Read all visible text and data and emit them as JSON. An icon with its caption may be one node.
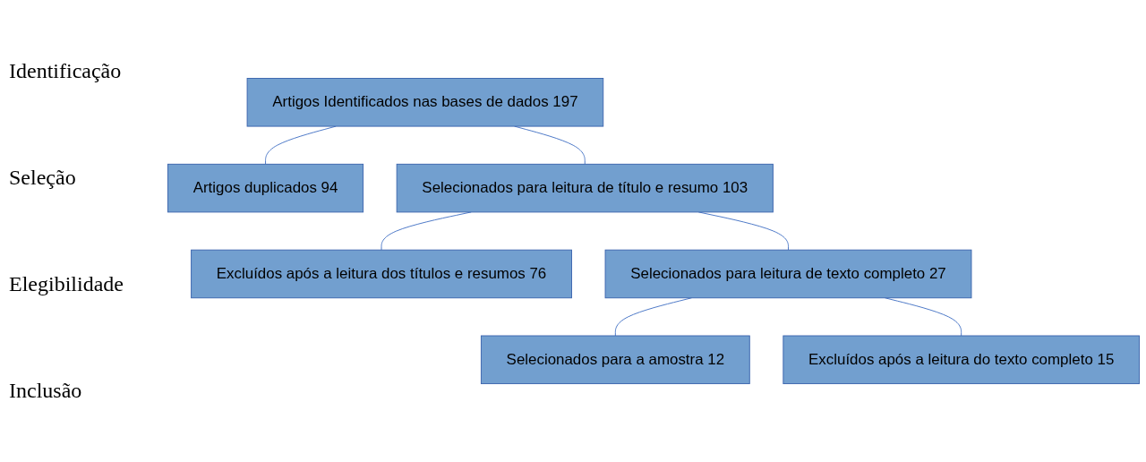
{
  "diagram": {
    "nodes": [
      {
        "text": [
          "Artigos Identificados nas bases de dados 197"
        ]
      },
      {
        "text": [
          "Artigos duplicados 94"
        ]
      },
      {
        "text": [
          "Selecionados para leitura de título e resumo 103"
        ]
      },
      {
        "text": [
          "Excluídos após a leitura dos títulos e resumos 76"
        ]
      },
      {
        "text": [
          "Selecionados para leitura de texto completo 27"
        ]
      },
      {
        "text": [
          "Excluídos após a leitura do texto completo 15"
        ]
      },
      {
        "text": [
          "Selecionados para a amostra 12"
        ]
      }
    ],
    "edges": [
      {
        "from": 0,
        "to": 2,
        "arrow": "none"
      },
      {
        "from": 0,
        "to": 1,
        "arrow": "none"
      },
      {
        "from": 2,
        "to": 4,
        "arrow": "none"
      },
      {
        "from": 2,
        "to": 3,
        "arrow": "none"
      },
      {
        "from": 4,
        "to": 6,
        "arrow": "none"
      },
      {
        "from": 4,
        "to": 5,
        "arrow": "none"
      }
    ],
    "labels": [
      "Identificação",
      "Seleção",
      "Elegibilidade",
      "Inclusão"
    ]
  }
}
